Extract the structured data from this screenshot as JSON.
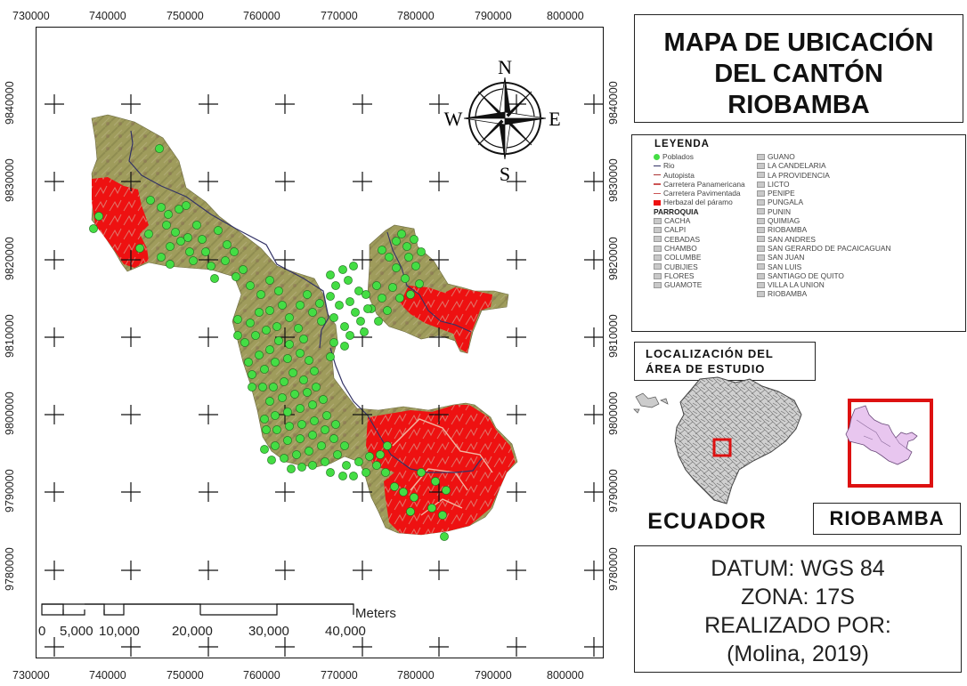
{
  "title": {
    "line1": "MAPA DE UBICACIÓN",
    "line2": "DEL CANTÓN",
    "line3": "RIOBAMBA"
  },
  "coordinates": {
    "eastings": [
      "730000",
      "740000",
      "750000",
      "760000",
      "770000",
      "780000",
      "790000",
      "800000"
    ],
    "northings": [
      "9840000",
      "9830000",
      "9820000",
      "9810000",
      "9800000",
      "9790000",
      "9780000"
    ]
  },
  "compass": {
    "n": "N",
    "s": "S",
    "e": "E",
    "w": "W"
  },
  "scale_bar": {
    "unit": "Meters",
    "labels": [
      "0",
      "5,000",
      "10,000",
      "20,000",
      "30,000",
      "40,000"
    ]
  },
  "legend": {
    "heading": "LEYENDA",
    "symbols": [
      {
        "label": "Poblados",
        "icon": "green-dot-icon",
        "color": "#44dd44"
      },
      {
        "label": "Rio",
        "icon": "line-icon",
        "color": "#333366"
      },
      {
        "label": "Autopista",
        "icon": "line-icon",
        "color": "#aa3333"
      },
      {
        "label": "Carretera Panamericana",
        "icon": "line-icon",
        "color": "#cc5555"
      },
      {
        "label": "Carretera Pavimentada",
        "icon": "line-icon",
        "color": "#cc5555"
      },
      {
        "label": "Herbazal del páramo",
        "icon": "red-square-icon",
        "color": "#ee1111"
      }
    ],
    "parroquia_heading": "PARROQUIA",
    "parroquias_col1": [
      "CACHA",
      "CALPI",
      "CEBADAS",
      "CHAMBO",
      "COLUMBE",
      "CUBIJIES",
      "FLORES",
      "GUAMOTE"
    ],
    "parroquias_col2": [
      "GUANO",
      "LA CANDELARIA",
      "LA PROVIDENCIA",
      "LICTO",
      "PENIPE",
      "PUNGALA",
      "PUNIN",
      "QUIMIAG",
      "RIOBAMBA",
      "SAN ANDRES",
      "SAN GERARDO DE PACAICAGUAN",
      "SAN JUAN",
      "SAN LUIS",
      "SANTIAGO DE QUITO",
      "VILLA LA UNION",
      "RIOBAMBA"
    ]
  },
  "locator": {
    "heading_line1": "LOCALIZACIÓN DEL",
    "heading_line2": "ÁREA DE ESTUDIO",
    "ecuador": "ECUADOR",
    "riobamba": "RIOBAMBA"
  },
  "datum": {
    "line1": "DATUM: WGS 84",
    "line2": "ZONA: 17S",
    "line3": "REALIZADO POR:",
    "line4": "(Molina, 2019)"
  },
  "colors": {
    "terrain": "#9c9b5a",
    "paramo": "#ee1111",
    "settlement": "#44dd44",
    "parroquia_fill": "#c9c9c9",
    "riobamba_fill": "#e8c6ef",
    "locator_frame": "#dd1111"
  }
}
